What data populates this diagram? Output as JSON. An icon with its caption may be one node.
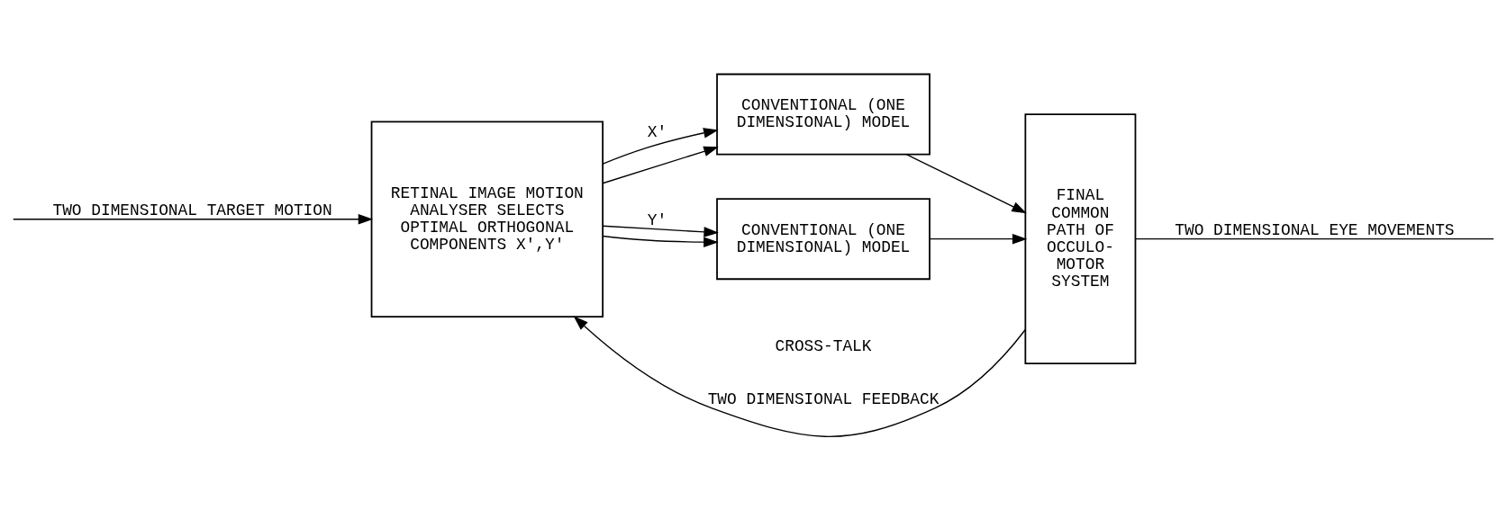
{
  "diagram": {
    "nodes": [
      {
        "text": [
          "RETINAL IMAGE MOTION ANALYSER SELECTS OPTIMAL ORTHOGONAL COMPONENTS X',Y'"
        ]
      },
      {
        "text": [
          "CONVENTIONAL (ONE DIMENSIONAL) MODEL"
        ]
      },
      {
        "text": [
          "CONVENTIONAL (ONE DIMENSIONAL) MODEL"
        ]
      },
      {
        "text": [
          "FINAL COMMON PATH OF OCCULO- MOTOR SYSTEM"
        ]
      }
    ],
    "edges": [
      {
        "from": null,
        "to": 0,
        "arrow": "to",
        "label": "TWO DIMENSIONAL TARGET MOTION"
      },
      {
        "from": 0,
        "to": 1,
        "arrow": "to",
        "label": "X'"
      },
      {
        "from": 0,
        "to": 2,
        "arrow": "to",
        "label": "Y'"
      },
      {
        "from": 0,
        "to": 1,
        "arrow": "to"
      },
      {
        "from": 0,
        "to": 2,
        "arrow": "to"
      },
      {
        "from": 1,
        "to": 3,
        "arrow": "to"
      },
      {
        "from": 2,
        "to": 3,
        "arrow": "to"
      },
      {
        "from": 3,
        "to": null,
        "arrow": "none",
        "label": "TWO DIMENSIONAL EYE MOVEMENTS"
      },
      {
        "from": 3,
        "to": 0,
        "arrow": "to",
        "label": "TWO DIMENSIONAL FEEDBACK"
      }
    ],
    "labels": [
      "CROSS-TALK"
    ]
  }
}
